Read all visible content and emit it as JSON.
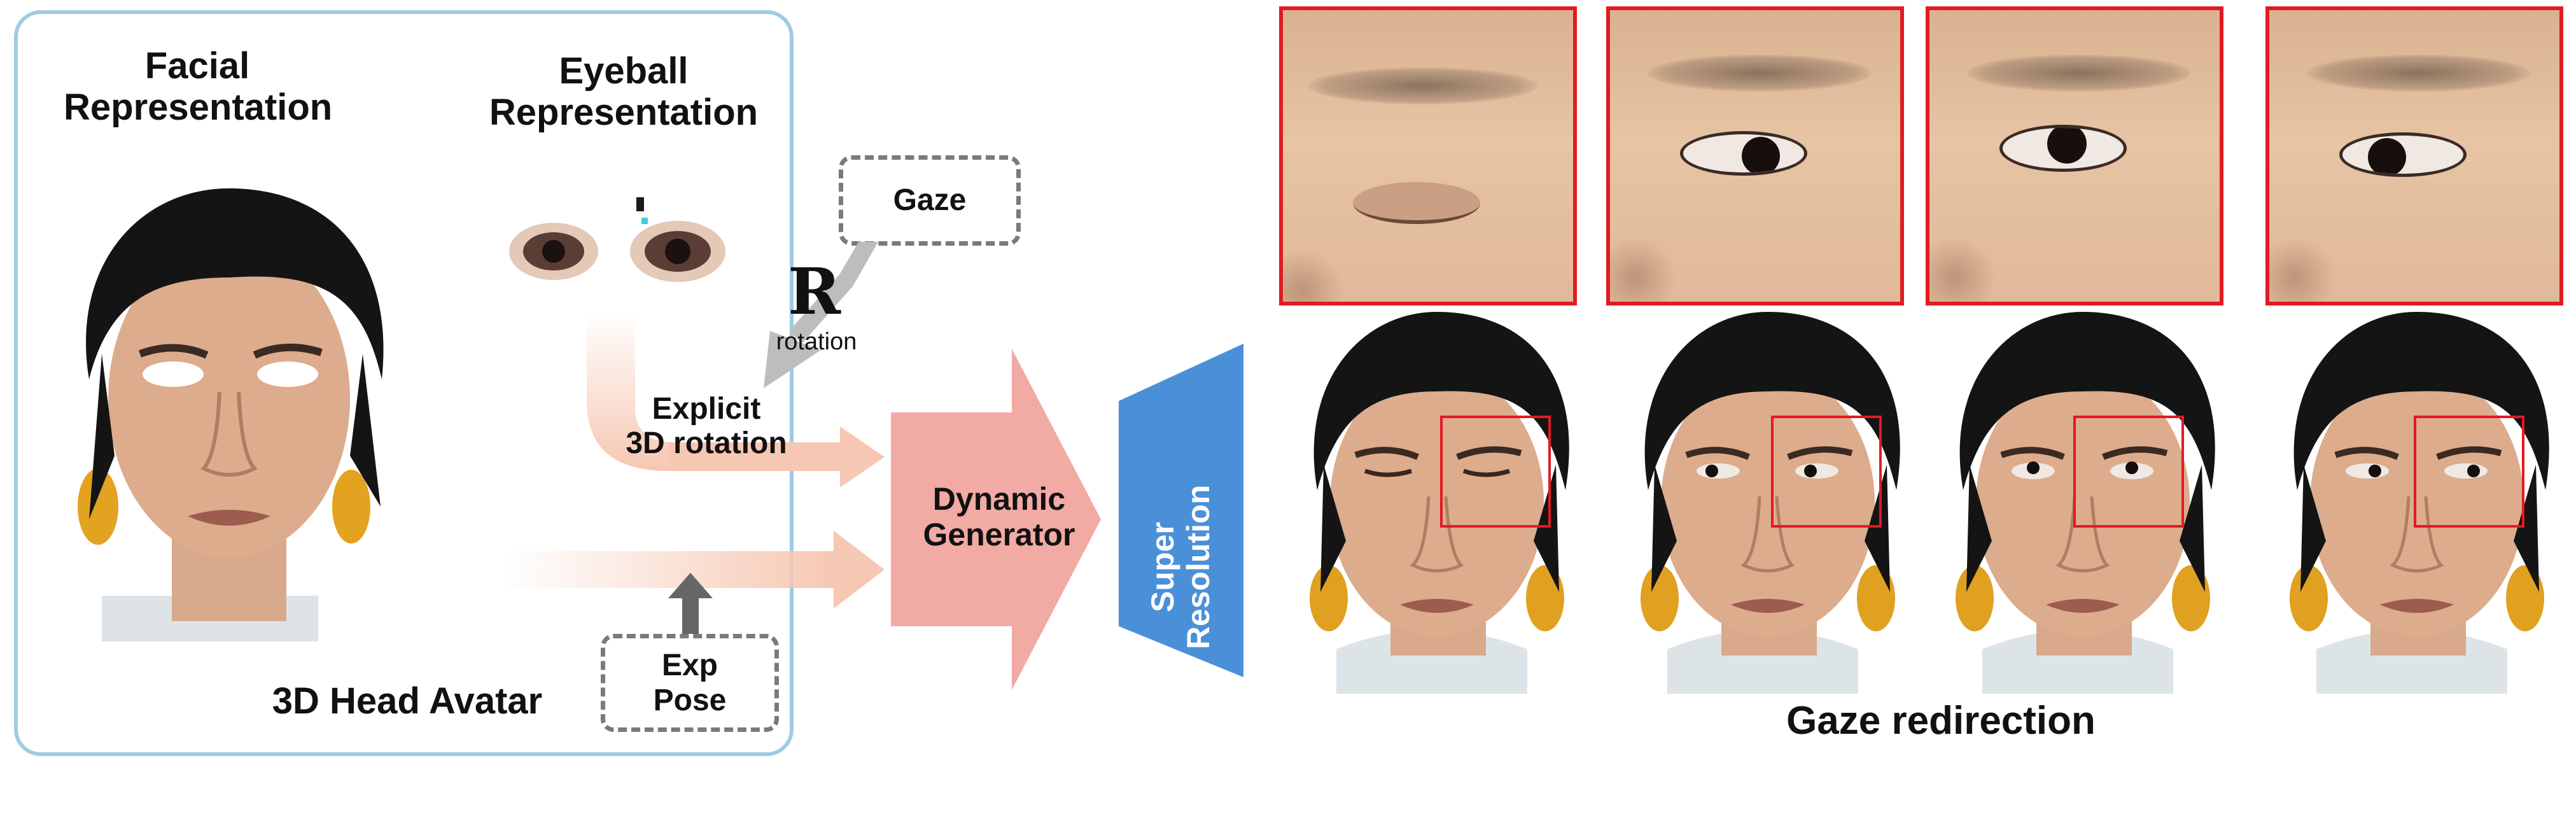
{
  "left_panel": {
    "facial_title": "Facial\nRepresentation",
    "eyeball_title": "Eyeball\nRepresentation",
    "avatar_title": "3D Head Avatar"
  },
  "rotation": {
    "gaze_label": "Gaze",
    "r_symbol": "R",
    "rotation_label": "rotation",
    "explicit_label": "Explicit\n3D rotation"
  },
  "inputs": {
    "exp_pose_label": "Exp\nPose"
  },
  "generator": {
    "label": "Dynamic\nGenerator"
  },
  "super_resolution": {
    "label": "Super\nResolution"
  },
  "output": {
    "caption": "Gaze redirection",
    "gaze_states": [
      "closed",
      "left",
      "up",
      "right"
    ]
  },
  "colors": {
    "panel_border": "#9fcbe4",
    "flow_arrow": "#f6c7b2",
    "generator": "#f2aaa4",
    "super_resolution": "#4a90d9",
    "crop_border": "#e11b22",
    "dashed_border": "#7a7a7a"
  }
}
